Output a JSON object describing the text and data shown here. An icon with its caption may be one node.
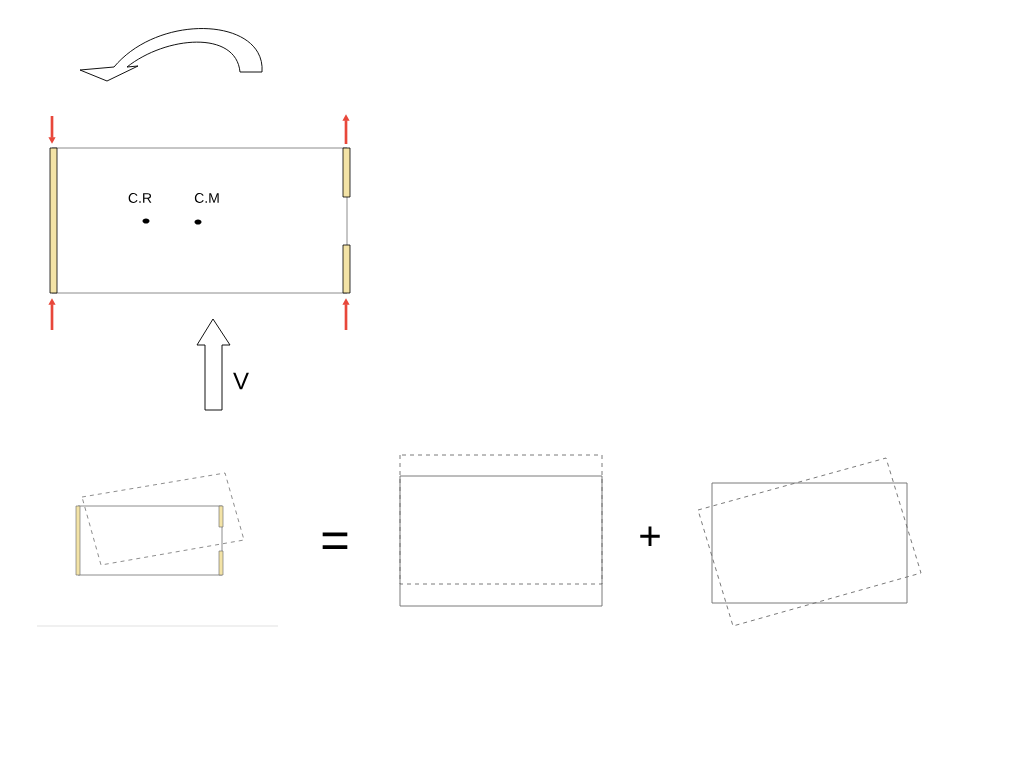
{
  "diagram": {
    "labels": [
      "C.R",
      "C.M",
      "V",
      "=",
      "+"
    ]
  }
}
